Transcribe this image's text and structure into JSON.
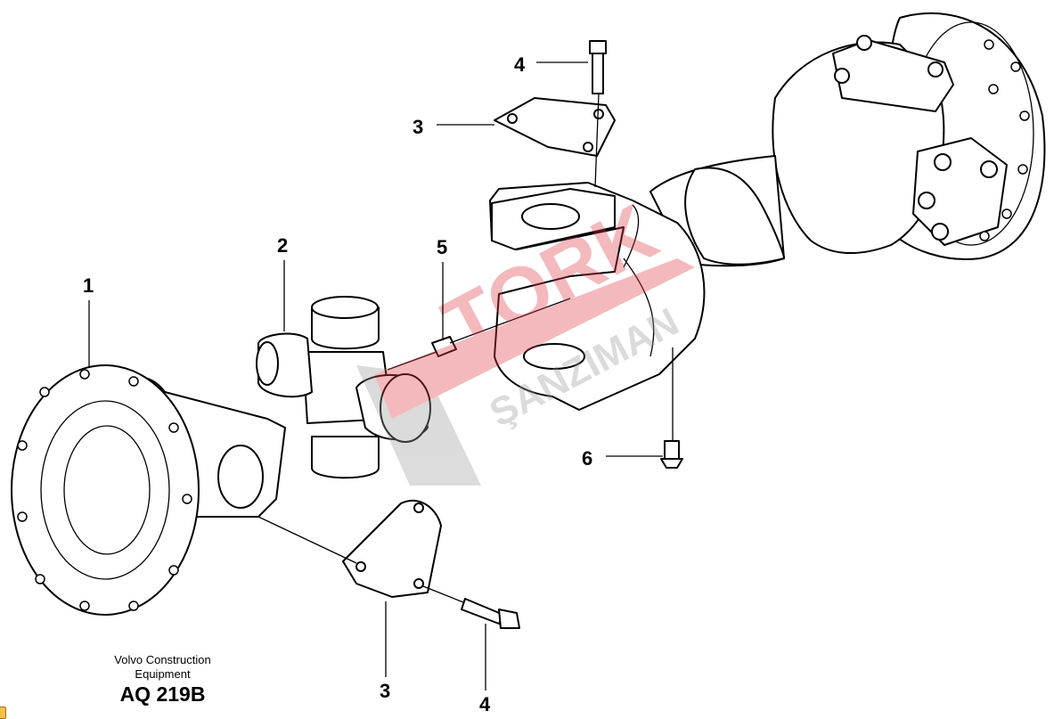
{
  "diagram": {
    "callouts": [
      {
        "id": "c4-top",
        "label": "4"
      },
      {
        "id": "c3-top",
        "label": "3"
      },
      {
        "id": "c2",
        "label": "2"
      },
      {
        "id": "c5",
        "label": "5"
      },
      {
        "id": "c1",
        "label": "1"
      },
      {
        "id": "c6",
        "label": "6"
      },
      {
        "id": "c3-bottom",
        "label": "3"
      },
      {
        "id": "c4-bottom",
        "label": "4"
      }
    ],
    "caption": {
      "line1": "Volvo Construction",
      "line2": "Equipment",
      "code": "AQ 219B"
    },
    "watermark": {
      "text1": "TORK",
      "text2": "ŞANZIMAN",
      "color_red": "#e23a44",
      "color_gray": "#9a9a9a"
    }
  }
}
